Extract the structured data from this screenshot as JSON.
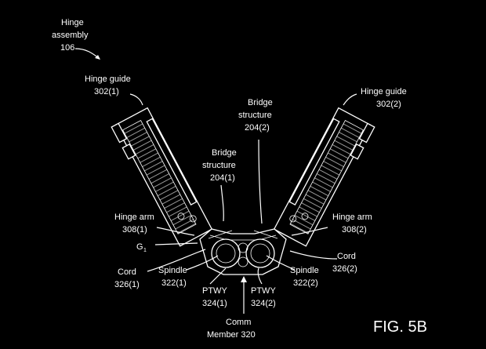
{
  "figure": "FIG. 5B",
  "labels": {
    "hinge_assembly": [
      "Hinge",
      "assembly",
      "106"
    ],
    "hinge_guide_left": [
      "Hinge guide",
      "302(1)"
    ],
    "hinge_guide_right": [
      "Hinge guide",
      "302(2)"
    ],
    "bridge_right": [
      "Bridge",
      "structure",
      "204(2)"
    ],
    "bridge_left": [
      "Bridge",
      "structure",
      "204(1)"
    ],
    "hinge_arm_left": [
      "Hinge arm",
      "308(1)"
    ],
    "hinge_arm_right": [
      "Hinge arm",
      "308(2)"
    ],
    "g1": "G",
    "g1_sub": "1",
    "cord_left": [
      "Cord",
      "326(1)"
    ],
    "cord_right": [
      "Cord",
      "326(2)"
    ],
    "spindle_left": [
      "Spindle",
      "322(1)"
    ],
    "spindle_right": [
      "Spindle",
      "322(2)"
    ],
    "ptwy_left": [
      "PTWY",
      "324(1)"
    ],
    "ptwy_right": [
      "PTWY",
      "324(2)"
    ],
    "comm_member": [
      "Comm",
      "Member 320"
    ]
  }
}
